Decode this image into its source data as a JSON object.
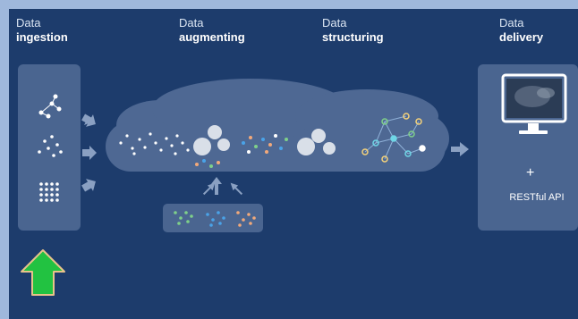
{
  "stages": [
    {
      "id": "ingestion",
      "line1": "Data",
      "line2": "ingestion"
    },
    {
      "id": "augmenting",
      "line1": "Data",
      "line2": "augmenting"
    },
    {
      "id": "structuring",
      "line1": "Data",
      "line2": "structuring"
    },
    {
      "id": "delivery",
      "line1": "Data",
      "line2": "delivery"
    }
  ],
  "delivery": {
    "plus": "+",
    "api_label": "RESTful API"
  },
  "colors": {
    "background": "#1d3c6c",
    "panel": "#4a6590",
    "cloud": "#4e6893",
    "arrow": "#8aa0c2",
    "highlight_arrow": "#22c241",
    "highlight_arrow_border": "#e8c38a",
    "dot_white": "#ffffff",
    "dot_green": "#7fd08a",
    "dot_blue": "#4aa3e8",
    "dot_orange": "#f2a97a",
    "node_yellow": "#f4d27a",
    "node_cyan": "#6fd6e6"
  },
  "icons": [
    "network-icon",
    "scatter-dots-icon",
    "grid-dots-icon",
    "gear-icon",
    "monitor-icon",
    "arrow-up-icon"
  ]
}
